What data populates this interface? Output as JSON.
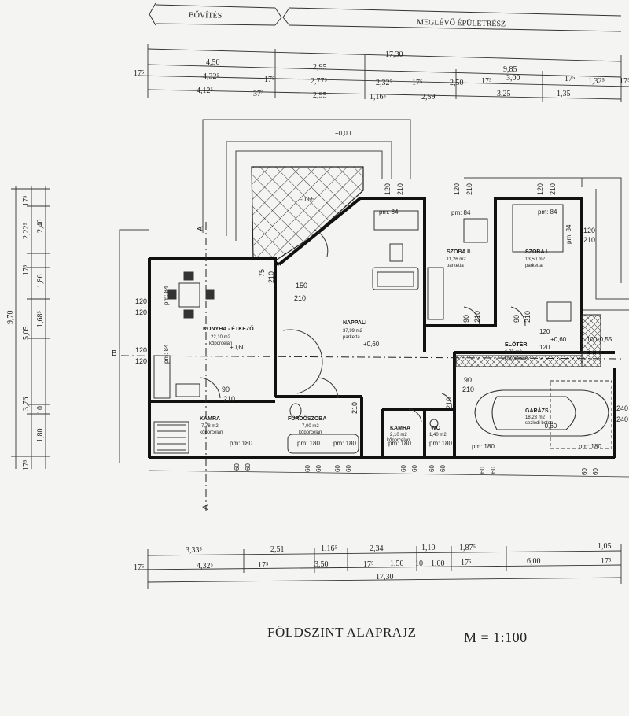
{
  "header": {
    "extension": "BŐVÍTÉS",
    "existing": "MEGLÉVŐ ÉPÜLETRÉSZ"
  },
  "top_dims": {
    "total": "17,30",
    "row1": [
      "4,50",
      "2,95",
      "9,85"
    ],
    "row2": [
      "17⁵",
      "4,32⁵",
      "17⁵",
      "2,77⁵",
      "2,32⁵",
      "17⁵",
      "2,50",
      "17⁵",
      "3,00",
      "17⁵",
      "1,32⁵",
      "17⁵"
    ],
    "row3": [
      "4,12⁵",
      "37⁵",
      "2,95",
      "1,16⁵",
      "2,59",
      "3,25",
      "1,35"
    ]
  },
  "left_dims": {
    "total": "9,70",
    "col_a": [
      "17⁵",
      "2,22⁵",
      "17⁵",
      "5,05",
      "3,76",
      "17⁵"
    ],
    "col_b": [
      "2,40",
      "1,86",
      "1,68⁵",
      "10",
      "1,80"
    ]
  },
  "bottom_dims": {
    "row1": [
      "3,33⁵",
      "2,51",
      "1,16⁵",
      "2,34",
      "1,10",
      "1,87⁵",
      "1,05"
    ],
    "row2": [
      "17⁵",
      "4,32⁵",
      "17⁵",
      "3,50",
      "17⁵",
      "1,50",
      "10",
      "1,00",
      "17⁵",
      "6,00",
      "17⁵"
    ],
    "total": "17,30"
  },
  "levels": {
    "zero": "+0,00",
    "terrace": "-0,55",
    "floor": "+0,60",
    "garage": "+0,60",
    "outside": "-0,55",
    "step": "+0,60"
  },
  "rooms": {
    "kitchen": {
      "name": "KONYHA - ÉTKEZŐ",
      "area": "22,10 m2",
      "floor": "kőporcelán"
    },
    "living": {
      "name": "NAPPALI",
      "area": "37,99 m2",
      "floor": "parketta"
    },
    "room2": {
      "name": "SZOBA II.",
      "area": "11,26 m2",
      "floor": "parketta"
    },
    "room1": {
      "name": "SZOBA I.",
      "area": "13,50 m2",
      "floor": "parketta"
    },
    "hall": {
      "name": "ELŐTÉR",
      "area": "6,75 m2",
      "floor": "kőporcelán"
    },
    "garage": {
      "name": "GARÁZS",
      "area": "18,23 m2",
      "floor": "sezlódi beton"
    },
    "pantry": {
      "name": "KAMRA",
      "area": "7,78 m2",
      "floor": "kőporcelán"
    },
    "bath": {
      "name": "FÜRDŐSZOBA",
      "area": "7,00 m2",
      "floor": "kőporcelán"
    },
    "pantry2": {
      "name": "KAMRA",
      "area": "2,10 m2",
      "floor": "kőporcelán"
    },
    "wc": {
      "name": "WC",
      "area": "1,40 m2",
      "floor": ""
    }
  },
  "openings": {
    "pm84": "pm: 84",
    "pm180": "pm: 180",
    "d120": "120",
    "d210": "210",
    "d90": "90",
    "d150": "150",
    "d75": "75",
    "d60": "60",
    "d100": "100",
    "d240": "240"
  },
  "section_marks": {
    "a": "A",
    "b": "B"
  },
  "title": "FÖLDSZINT ALAPRAJZ",
  "scale": "M = 1:100"
}
